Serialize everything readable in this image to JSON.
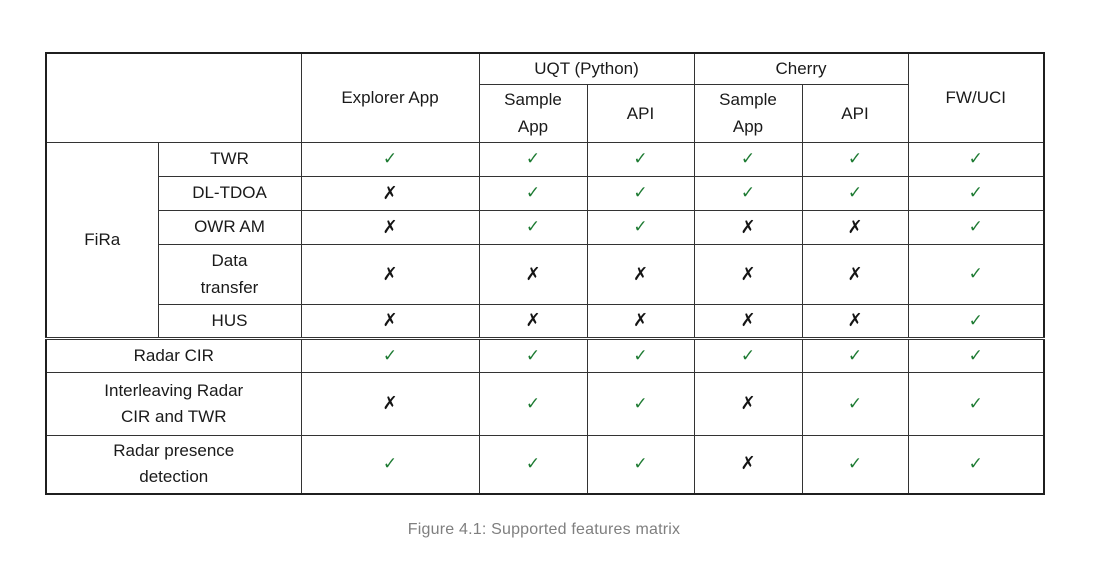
{
  "colors": {
    "check": "#1e7b33",
    "cross": "#141414",
    "caption": "#7f7f7f"
  },
  "caption": "Figure 4.1: Supported features matrix",
  "table": {
    "corner_label": "",
    "columns": {
      "explorer": "Explorer App",
      "uqt_group": "UQT (Python)",
      "uqt_sample": "Sample\nApp",
      "uqt_api": "API",
      "cherry_group": "Cherry",
      "cherry_sample": "Sample\nApp",
      "cherry_api": "API",
      "fwuci": "FW/UCI"
    },
    "groups": {
      "fira": "FiRa"
    },
    "rows": [
      {
        "feature": "TWR",
        "marks": [
          "✓",
          "✓",
          "✓",
          "✓",
          "✓",
          "✓"
        ]
      },
      {
        "feature": "DL-TDOA",
        "marks": [
          "✗",
          "✓",
          "✓",
          "✓",
          "✓",
          "✓"
        ]
      },
      {
        "feature": "OWR AM",
        "marks": [
          "✗",
          "✓",
          "✓",
          "✗",
          "✗",
          "✓"
        ]
      },
      {
        "feature": "Data\ntransfer",
        "marks": [
          "✗",
          "✗",
          "✗",
          "✗",
          "✗",
          "✓"
        ]
      },
      {
        "feature": "HUS",
        "marks": [
          "✗",
          "✗",
          "✗",
          "✗",
          "✗",
          "✓"
        ]
      },
      {
        "feature": "Radar CIR",
        "marks": [
          "✓",
          "✓",
          "✓",
          "✓",
          "✓",
          "✓"
        ]
      },
      {
        "feature": "Interleaving Radar\nCIR and TWR",
        "marks": [
          "✗",
          "✓",
          "✓",
          "✗",
          "✓",
          "✓"
        ]
      },
      {
        "feature": "Radar presence\ndetection",
        "marks": [
          "✓",
          "✓",
          "✓",
          "✗",
          "✓",
          "✓"
        ]
      }
    ]
  }
}
